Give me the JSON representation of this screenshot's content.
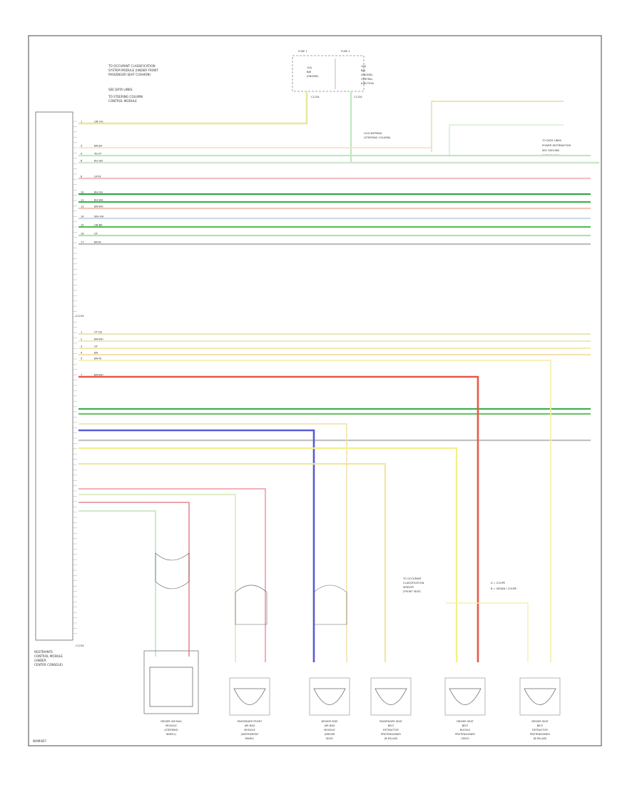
{
  "page": {
    "figure_id": "W4M4D7"
  },
  "module": {
    "label_lines": [
      "RESTRAINTS",
      "CONTROL MODULE",
      "(UNDER",
      "CENTER CONSOLE)"
    ],
    "bottom_pin": "C1234"
  },
  "notes": {
    "top_left": [
      "TO OCCUPANT CLASSIFICATION",
      "SYSTEM MODULE (UNDER FRONT",
      "PASSENGER SEAT CUSHION)",
      "SEE DATA LINKS",
      "TO STEERING COLUMN",
      "CONTROL MODULE"
    ],
    "top_right_connector": [
      "C1234",
      "C1234"
    ],
    "legend": [
      "A  = COUPE",
      "B  = SEDAN / COUPE"
    ],
    "mid_connector": [
      "CLOCKSPRING",
      "(STEERING COLUMN)"
    ]
  },
  "fuses": {
    "left": {
      "title": "FUSE 1",
      "lines": [
        "10A",
        "BJB",
        "(ENGINE)"
      ]
    },
    "right": {
      "title": "FUSE 2",
      "lines": [
        "10A",
        "BJB",
        "(ENGINE)",
        "CENTRAL",
        "JUNCTION"
      ]
    }
  },
  "right_side": {
    "labels": [
      "TO DATA LINKS",
      "POWER DISTRIBUTION",
      "SEE GROUND",
      "DISTRIBUTION"
    ]
  },
  "wires_top": [
    {
      "pin": "1",
      "code": "GN-OG",
      "color": "#e7e89a"
    },
    {
      "pin": "3",
      "code": "BN-BU",
      "color": "#f1e4c4"
    },
    {
      "pin": "4",
      "code": "YE-VT",
      "color": "#bfe8bf"
    },
    {
      "pin": "6",
      "code": "BU-GN",
      "color": "#cfe6cf"
    },
    {
      "pin": "8",
      "code": "GY-YE",
      "color": "#f3c0c6"
    },
    {
      "pin": "10",
      "code": "BU-OG",
      "color": "#37a64c"
    },
    {
      "pin": "11",
      "code": "BU-WH",
      "color": "#43b050"
    },
    {
      "pin": "13",
      "code": "BN-WH",
      "color": "#f2c7bd"
    },
    {
      "pin": "14",
      "code": "WH-GN",
      "color": "#c9dbf2"
    },
    {
      "pin": "15",
      "code": "GN-BK",
      "color": "#5bbd5b"
    },
    {
      "pin": "16",
      "code": "GY",
      "color": "#b0e2b0"
    },
    {
      "pin": "17",
      "code": "BK-YE",
      "color": "#bfbfbf"
    }
  ],
  "wires_bottom": [
    {
      "pin": "1",
      "code": "VT-OG",
      "color": "#e5e2a6"
    },
    {
      "pin": "2",
      "code": "BN-WH",
      "color": "#ece5b6"
    },
    {
      "pin": "3",
      "code": "GY",
      "color": "#f0eaa2"
    },
    {
      "pin": "4",
      "code": "BN",
      "color": "#f1dca0"
    },
    {
      "pin": "5",
      "code": "BN-YE",
      "color": "#f6efb0"
    },
    {
      "pin": "7",
      "code": "BN-WH",
      "color": "#e8584a"
    }
  ],
  "components": [
    {
      "id": "c1",
      "name_lines": [
        "DRIVER AIR BAG",
        "MODULE",
        "(STEERING",
        "WHEEL)"
      ]
    },
    {
      "id": "c2",
      "name_lines": [
        "PASSENGER FRONT",
        "AIR BAG",
        "MODULE",
        "(INSTRUMENT",
        "PANEL)"
      ]
    },
    {
      "id": "c3",
      "name_lines": [
        "DRIVER SIDE",
        "AIR BAG",
        "MODULE",
        "(DRIVER",
        "SEAT)"
      ]
    },
    {
      "id": "c4",
      "name_lines": [
        "PASSENGER SEAT",
        "BELT",
        "RETRACTOR",
        "PRETENSIONER",
        "(B-PILLAR)"
      ]
    },
    {
      "id": "c5",
      "name_lines": [
        "DRIVER SEAT",
        "BELT",
        "BUCKLE",
        "PRETENSIONER",
        "(SEAT)"
      ]
    },
    {
      "id": "c6",
      "name_lines": [
        "DRIVER SEAT",
        "BELT",
        "RETRACTOR",
        "PRETENSIONER",
        "(B-PILLAR)"
      ]
    }
  ]
}
